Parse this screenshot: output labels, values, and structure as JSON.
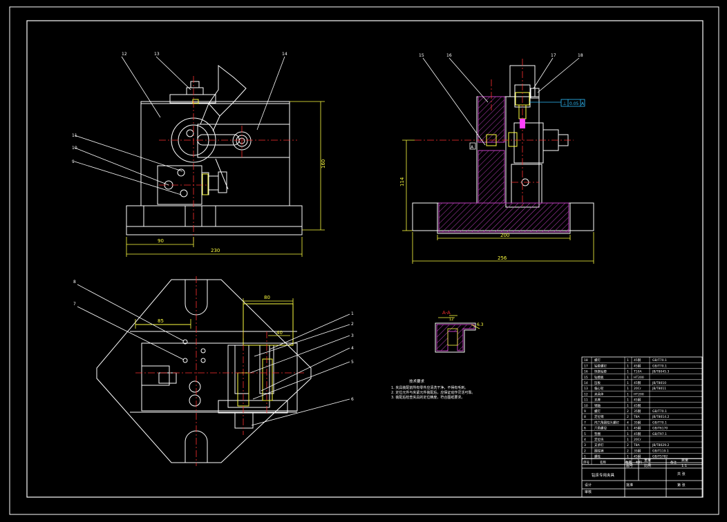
{
  "colors": {
    "background": "#000000",
    "outline": "#ffffff",
    "center_line": "#ff3030",
    "hatch": "#c040c0",
    "dimension": "#ffff40",
    "accent_cyan": "#30c0ff",
    "leader": "#ffffff"
  },
  "balloons": {
    "front": [
      {
        "id": "b12",
        "text": "12"
      },
      {
        "id": "b13",
        "text": "13"
      },
      {
        "id": "b14",
        "text": "14"
      },
      {
        "id": "b11",
        "text": "11"
      },
      {
        "id": "b10",
        "text": "10"
      },
      {
        "id": "b9",
        "text": "9"
      }
    ],
    "side": [
      {
        "id": "b15",
        "text": "15"
      },
      {
        "id": "b16",
        "text": "16"
      },
      {
        "id": "b17",
        "text": "17"
      },
      {
        "id": "b18",
        "text": "18"
      }
    ],
    "plan": [
      {
        "id": "b8",
        "text": "8"
      },
      {
        "id": "b7",
        "text": "7"
      },
      {
        "id": "b1",
        "text": "1"
      },
      {
        "id": "b2",
        "text": "2"
      },
      {
        "id": "b3",
        "text": "3"
      },
      {
        "id": "b4",
        "text": "4"
      },
      {
        "id": "b5",
        "text": "5"
      },
      {
        "id": "b6",
        "text": "6"
      }
    ]
  },
  "dimensions": {
    "front_height": "160",
    "front_base_half": "90",
    "front_width": "230",
    "side_height": "114",
    "side_inner": "200",
    "side_width": "256",
    "plan_left": "85",
    "plan_top": "80",
    "plan_small": "40",
    "section_gap": "12"
  },
  "section_label": "A-A",
  "roughness": "6.3",
  "tolerance": {
    "symbol": "⊥",
    "value": "0.05",
    "datum": "A"
  },
  "datum_letter": "A",
  "tech_notes": [
    "技术要求",
    "1. 夹具装配前所有零件应清洗干净，不得有毛刺。",
    "2. 定位元件与夹紧元件装配后，应保证动作灵活可靠。",
    "3. 装配后检查夹具的定位精度，符合图纸要求。"
  ],
  "parts": [
    {
      "no": "18",
      "name": "螺钉",
      "qty": "1",
      "mat": "45钢",
      "std": "GB/T70.1"
    },
    {
      "no": "17",
      "name": "钻套螺钉",
      "qty": "1",
      "mat": "45钢",
      "std": "GB/T70.1"
    },
    {
      "no": "16",
      "name": "快换钻套",
      "qty": "1",
      "mat": "T10A",
      "std": "JB/T8045.3"
    },
    {
      "no": "15",
      "name": "钻模板",
      "qty": "1",
      "mat": "HT200",
      "std": ""
    },
    {
      "no": "14",
      "name": "压板",
      "qty": "1",
      "mat": "45钢",
      "std": "JB/T8010"
    },
    {
      "no": "13",
      "name": "偏心轮",
      "qty": "1",
      "mat": "20Cr",
      "std": "JB/T8011"
    },
    {
      "no": "12",
      "name": "夹具体",
      "qty": "1",
      "mat": "HT200",
      "std": ""
    },
    {
      "no": "11",
      "name": "支座",
      "qty": "1",
      "mat": "45钢",
      "std": ""
    },
    {
      "no": "10",
      "name": "销轴",
      "qty": "1",
      "mat": "45钢",
      "std": ""
    },
    {
      "no": "9",
      "name": "螺钉",
      "qty": "2",
      "mat": "35钢",
      "std": "GB/T70.1"
    },
    {
      "no": "8",
      "name": "定位销",
      "qty": "2",
      "mat": "T8A",
      "std": "JB/T8014.2"
    },
    {
      "no": "7",
      "name": "内六角圆柱头螺钉",
      "qty": "4",
      "mat": "35钢",
      "std": "GB/T70.1"
    },
    {
      "no": "6",
      "name": "六角螺母",
      "qty": "1",
      "mat": "45钢",
      "std": "GB/T6170"
    },
    {
      "no": "5",
      "name": "垫圈",
      "qty": "1",
      "mat": "45钢",
      "std": "GB/T97.1"
    },
    {
      "no": "4",
      "name": "定位块",
      "qty": "1",
      "mat": "20Cr",
      "std": ""
    },
    {
      "no": "3",
      "name": "支承钉",
      "qty": "2",
      "mat": "T8A",
      "std": "JB/T8029.2"
    },
    {
      "no": "2",
      "name": "圆柱销",
      "qty": "2",
      "mat": "35钢",
      "std": "GB/T119.1"
    },
    {
      "no": "1",
      "name": "螺栓",
      "qty": "1",
      "mat": "45钢",
      "std": "GB/T5782"
    }
  ],
  "parts_header": {
    "no": "序号",
    "name": "名称",
    "qty": "数量",
    "mat": "材料",
    "std": "备注"
  },
  "title_block": {
    "drawing_title": "钻床专用夹具",
    "scale_label": "比例",
    "scale_value": "1:1",
    "sheet_label": "图号",
    "weight_label": "重量",
    "qty_label": "数量",
    "design": "设计",
    "check": "审核",
    "approve": "批准",
    "school": "共 张",
    "sheet": "第 张"
  }
}
